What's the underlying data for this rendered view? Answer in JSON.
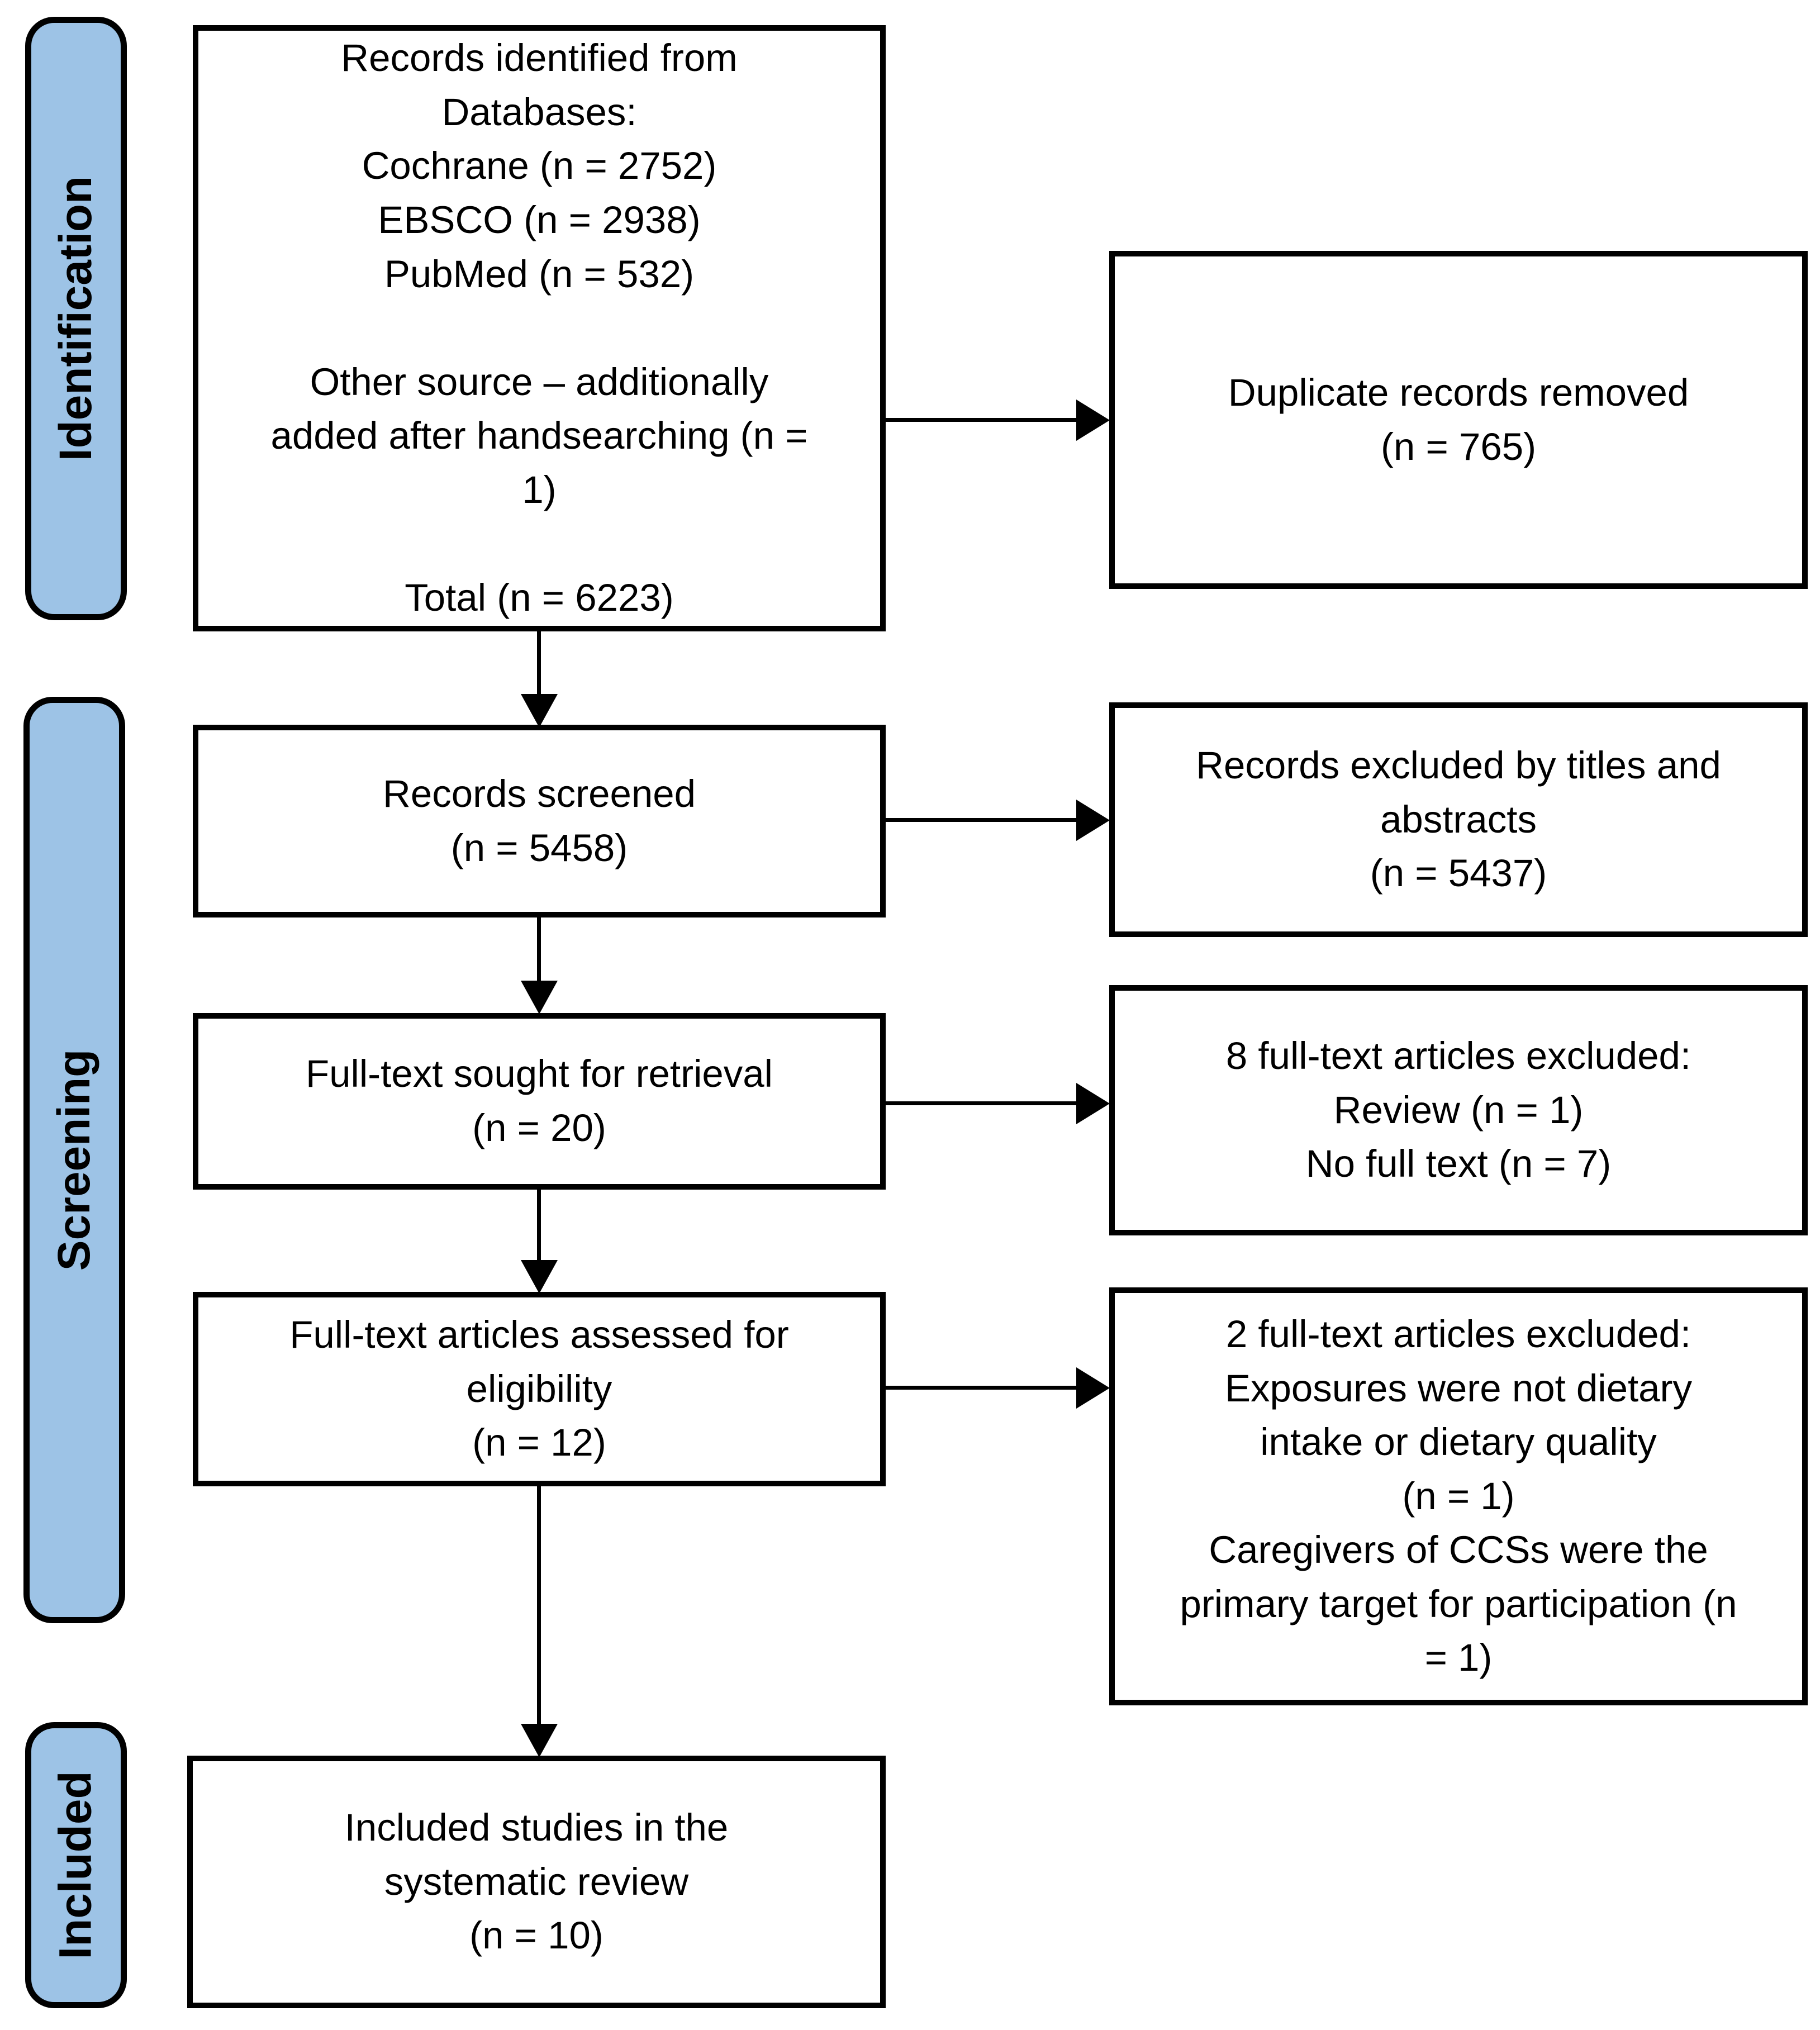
{
  "colors": {
    "stage_fill": "#9DC3E6",
    "line": "#000000",
    "box_fill": "#FFFFFF"
  },
  "stages": {
    "identification": {
      "label": "Identification"
    },
    "screening": {
      "label": "Screening"
    },
    "included": {
      "label": "Included"
    }
  },
  "boxes": {
    "records_identified": {
      "text": "Records identified from\nDatabases:\nCochrane (n = 2752)\nEBSCO (n = 2938)\nPubMed (n = 532)\n\nOther source – additionally\nadded after handsearching (n =\n1)\n\nTotal (n = 6223)"
    },
    "duplicates_removed": {
      "text": "Duplicate records removed\n(n = 765)"
    },
    "records_screened": {
      "text": "Records screened\n(n = 5458)"
    },
    "records_excluded_titles": {
      "text": "Records excluded by titles and\nabstracts\n(n = 5437)"
    },
    "fulltext_sought": {
      "text": "Full-text sought for retrieval\n(n = 20)"
    },
    "fulltext_excluded_8": {
      "text": "8 full-text articles excluded:\nReview (n = 1)\nNo full text (n = 7)"
    },
    "fulltext_assessed": {
      "text": "Full-text articles assessed for\neligibility\n(n = 12)"
    },
    "fulltext_excluded_2": {
      "text": "2 full-text articles excluded:\nExposures were not dietary\nintake or dietary quality\n(n = 1)\nCaregivers of CCSs were the\nprimary target for participation (n\n= 1)"
    },
    "included_studies": {
      "text": "Included studies in the\nsystematic review\n(n = 10)"
    }
  }
}
